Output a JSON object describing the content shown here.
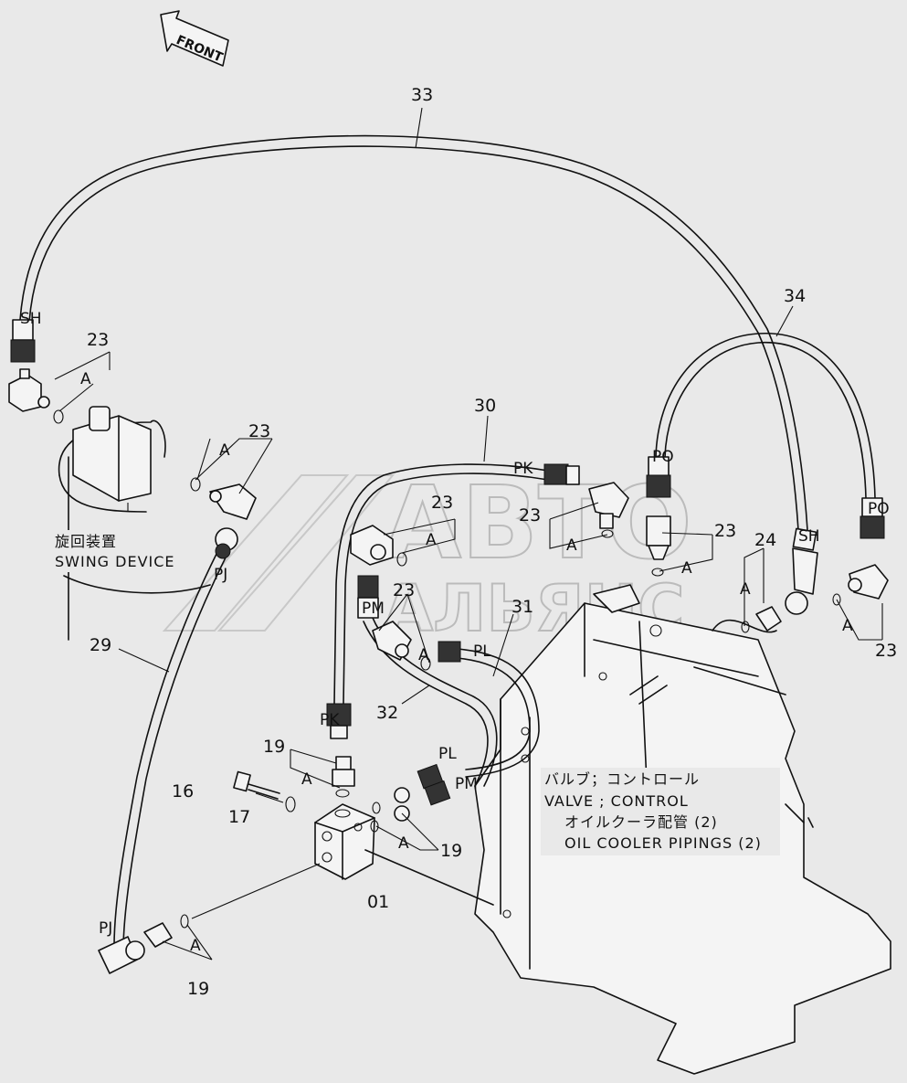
{
  "orientation_label": "FRONT",
  "swing_device": {
    "jp": "旋回装置",
    "en": "SWING DEVICE"
  },
  "valve_caption": {
    "jp": "バルブ；コントロール",
    "en": "VALVE ; CONTROL",
    "sub_jp": "オイルクーラ配管 (2)",
    "sub_en": "OIL COOLER  PIPINGS (2)"
  },
  "watermark": {
    "line1": "АВТО",
    "line2": "АЛЬЯНС"
  },
  "part_numbers": {
    "p33": "33",
    "p34": "34",
    "p30": "30",
    "p29": "29",
    "p31": "31",
    "p32": "32",
    "p23_a": "23",
    "p23_b": "23",
    "p23_c": "23",
    "p23_d": "23",
    "p23_e": "23",
    "p23_f": "23",
    "p23_g": "23",
    "p24": "24",
    "p19_a": "19",
    "p19_b": "19",
    "p19_c": "19",
    "p16": "16",
    "p17": "17",
    "p01": "01"
  },
  "port_labels": {
    "sh_left": "SH",
    "sh_right": "SH",
    "pk_top": "PK",
    "pk_bottom": "PK",
    "po_mid": "PO",
    "po_right": "PO",
    "pj_top": "PJ",
    "pj_bottom": "PJ",
    "pm_top": "PM",
    "pm_bottom": "PM",
    "pl_top": "PL",
    "pl_bottom": "PL"
  },
  "oring_label": "A"
}
